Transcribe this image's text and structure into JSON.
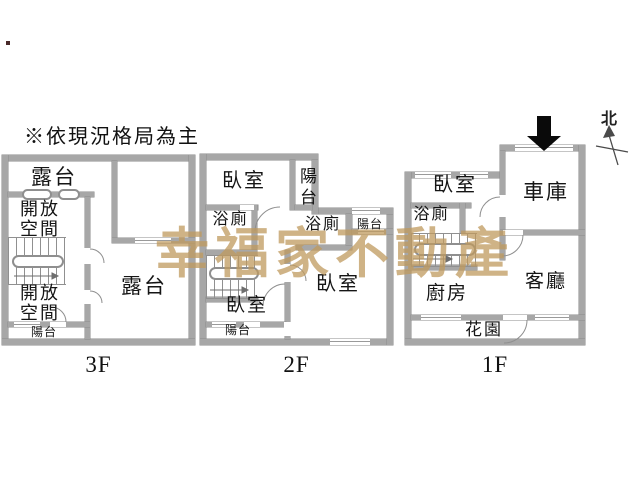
{
  "disclaimer": "※依現況格局為主",
  "watermark": {
    "text": "幸福家不動產",
    "color": "#c09a5e"
  },
  "compass": {
    "label": "北"
  },
  "colors": {
    "wall": "#a7a7a7",
    "wall_edge": "#8b8b8b",
    "line": "#8f8f8f",
    "text": "#151515",
    "entrance_arrow": "#0a0a0a"
  },
  "floors": {
    "f3": {
      "label": "3F",
      "rooms": {
        "terrace_top": "露台",
        "open_space_upper": "開放\n空間",
        "open_space_lower": "開放\n空間",
        "balcony_bottom": "陽台",
        "terrace_main": "露台"
      }
    },
    "f2": {
      "label": "2F",
      "rooms": {
        "bedroom_top": "臥室",
        "balcony_top": "陽台",
        "bath_left": "浴廁",
        "bath_mid": "浴廁",
        "balcony_right": "陽台",
        "bedroom_left": "臥室",
        "balcony_bottom": "陽台",
        "bedroom_main": "臥室"
      }
    },
    "f1": {
      "label": "1F",
      "rooms": {
        "bedroom": "臥室",
        "garage": "車庫",
        "bath": "浴廁",
        "kitchen": "廚房",
        "living": "客廳",
        "garden": "花園"
      }
    }
  }
}
